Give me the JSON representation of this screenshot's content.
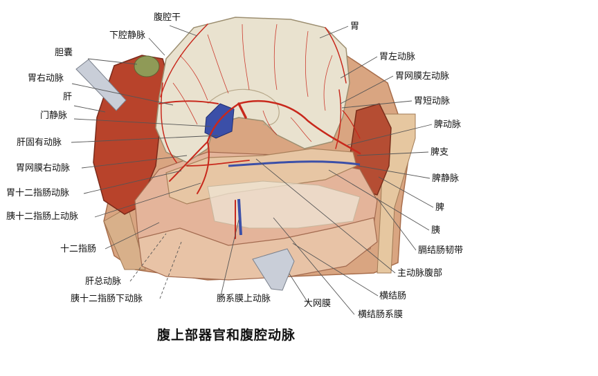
{
  "title": "腹上部器官和腹腔动脉",
  "labels": {
    "celiac_trunk": "腹腔干",
    "ivc": "下腔静脉",
    "gallbladder": "胆囊",
    "right_gastric_artery": "胃右动脉",
    "liver": "肝",
    "portal_vein": "门静脉",
    "proper_hepatic_artery": "肝固有动脉",
    "right_gastroepiploic_artery": "胃网膜右动脉",
    "gastroduodenal_artery": "胃十二指肠动脉",
    "superior_pancreaticoduodenal_artery": "胰十二指肠上动脉",
    "duodenum": "十二指肠",
    "common_hepatic_artery": "肝总动脉",
    "inferior_pancreaticoduodenal_artery": "胰十二指肠下动脉",
    "superior_mesenteric_artery": "肠系膜上动脉",
    "greater_omentum": "大网膜",
    "transverse_mesocolon": "横结肠系膜",
    "transverse_colon": "横结肠",
    "abdominal_aorta": "主动脉腹部",
    "phrenicocolic_ligament": "膈结肠韧带",
    "pancreas": "胰",
    "spleen": "脾",
    "splenic_vein": "脾静脉",
    "splenic_branch": "脾支",
    "splenic_artery": "脾动脉",
    "short_gastric_arteries": "胃短动脉",
    "left_gastroepiploic_artery": "胃网膜左动脉",
    "left_gastric_artery": "胃左动脉",
    "stomach": "胃"
  },
  "colors": {
    "stomach": "#e9e2cf",
    "liver": "#b8432b",
    "spleen": "#b54d33",
    "artery": "#c8281c",
    "vein": "#3b4fa8",
    "pancreas": "#e7c6a4",
    "intestine": "#e4b49a",
    "gallbladder": "#8f9a57",
    "wall": "#d9a581",
    "leader": "#555555"
  }
}
